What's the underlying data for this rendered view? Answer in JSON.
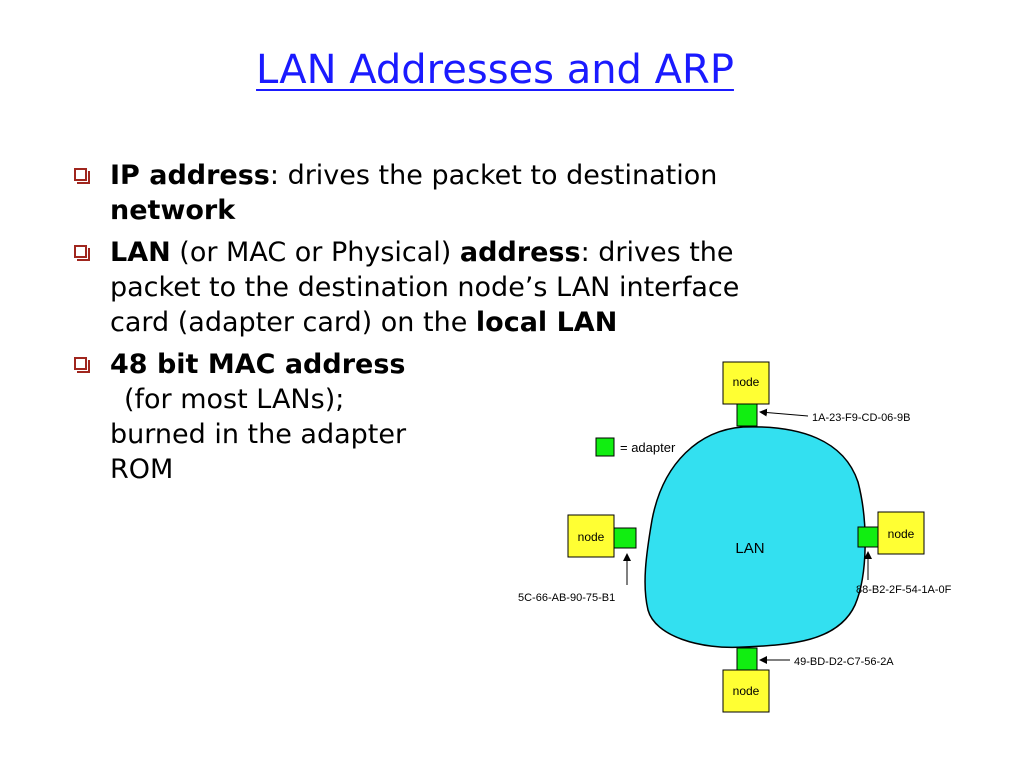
{
  "title": "LAN Addresses and ARP",
  "bullets": {
    "b1": {
      "strong1": "IP address",
      "text1": ": drives the packet to destination",
      "strong2": "network"
    },
    "b2": {
      "strong1": "LAN",
      "text1": " (or MAC or Physical) ",
      "strong2": "address",
      "text2": ": drives the",
      "line2": "packet to the destination node’s LAN interface",
      "line3": "card (adapter card) on the ",
      "strong3": "local LAN"
    },
    "b3": {
      "strong1": "48 bit MAC address",
      "line2": "(for most LANs);",
      "line3": "burned in the adapter",
      "line4": "ROM"
    }
  },
  "diagram": {
    "legend_label": "= adapter",
    "lan_label": "LAN",
    "node_label": "node",
    "addresses": {
      "top": "1A-23-F9-CD-06-9B",
      "left": "5C-66-AB-90-75-B1",
      "right": "88-B2-2F-54-1A-0F",
      "bottom": "49-BD-D2-C7-56-2A"
    },
    "colors": {
      "lan_fill": "#33e0f0",
      "node_fill": "#ffff33",
      "adapter_fill": "#11ee11",
      "title": "#1a1aff",
      "bullet": "#a0261e"
    }
  }
}
